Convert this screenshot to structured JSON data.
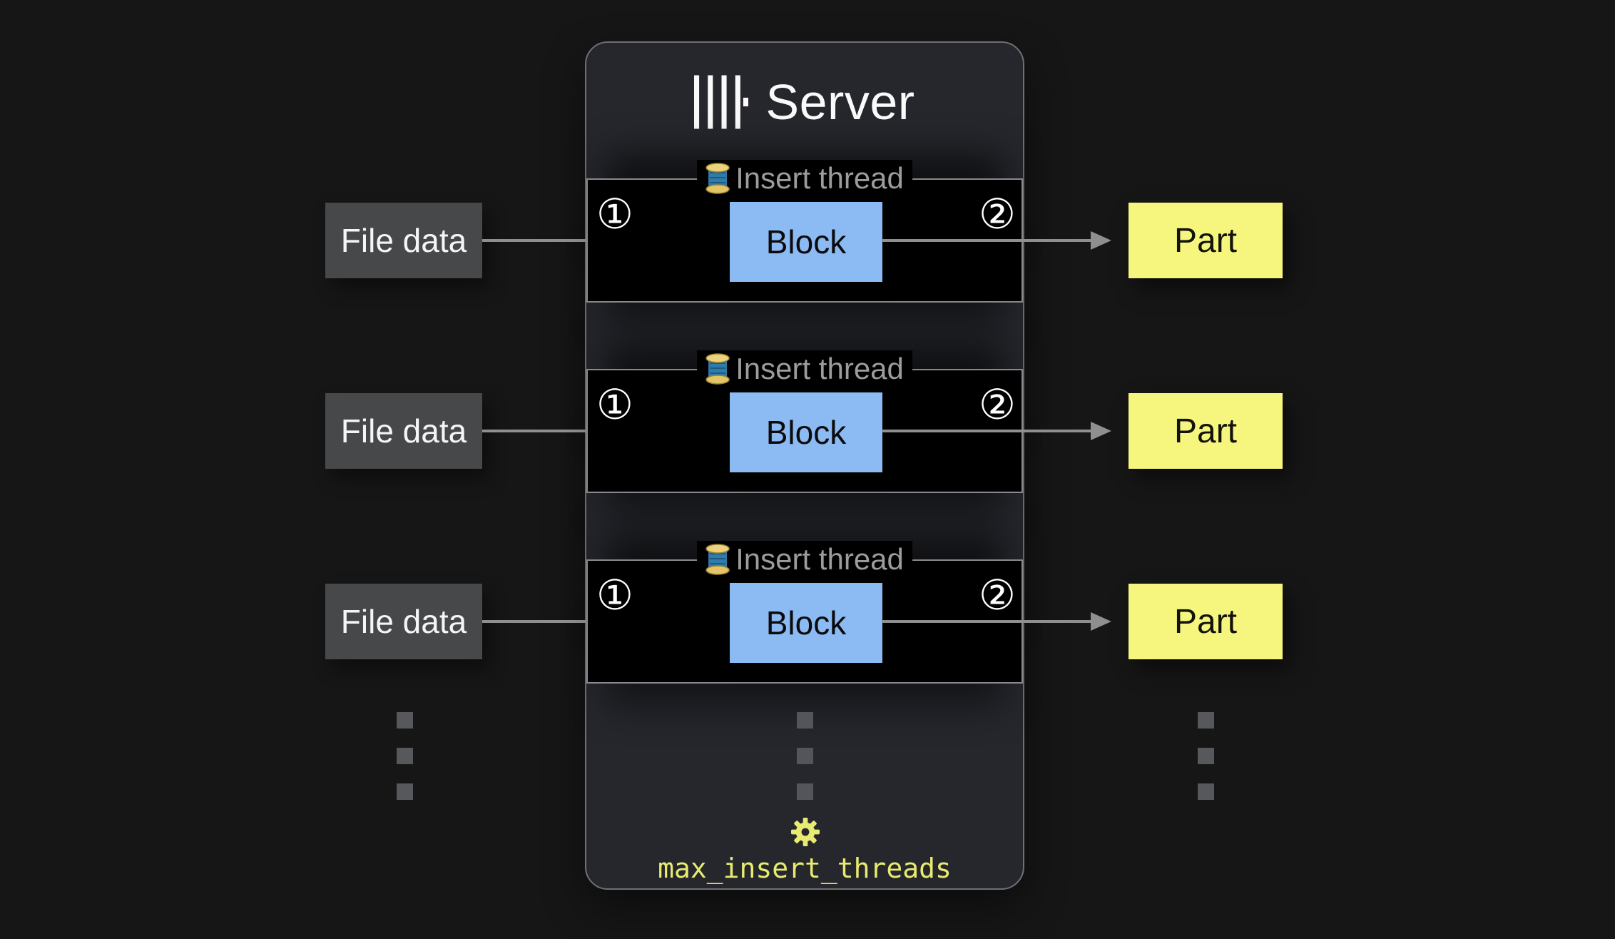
{
  "server": {
    "title": "Server",
    "setting_label": "max_insert_threads"
  },
  "rows": [
    {
      "input": "File data",
      "step_in": "①",
      "thread_label": "Insert thread",
      "block": "Block",
      "step_out": "②",
      "output": "Part"
    },
    {
      "input": "File data",
      "step_in": "①",
      "thread_label": "Insert thread",
      "block": "Block",
      "step_out": "②",
      "output": "Part"
    },
    {
      "input": "File data",
      "step_in": "①",
      "thread_label": "Insert thread",
      "block": "Block",
      "step_out": "②",
      "output": "Part"
    }
  ],
  "icons": {
    "logo": "clickhouse-bars-logo",
    "thread": "thread-spool",
    "gear": "gear-setting",
    "ellipsis": "more-rows-dots"
  },
  "colors": {
    "page_bg": "#161616",
    "panel_bg": "#26272d",
    "panel_border": "#6f7074",
    "row_box_bg": "#000000",
    "row_box_border": "#88898c",
    "block_bg": "#8cbaf2",
    "part_bg": "#f6f67f",
    "input_bg": "#47484a",
    "setting_text": "#e9eb70",
    "muted_text": "#9c9c9e",
    "arrow": "#8e8f90"
  }
}
